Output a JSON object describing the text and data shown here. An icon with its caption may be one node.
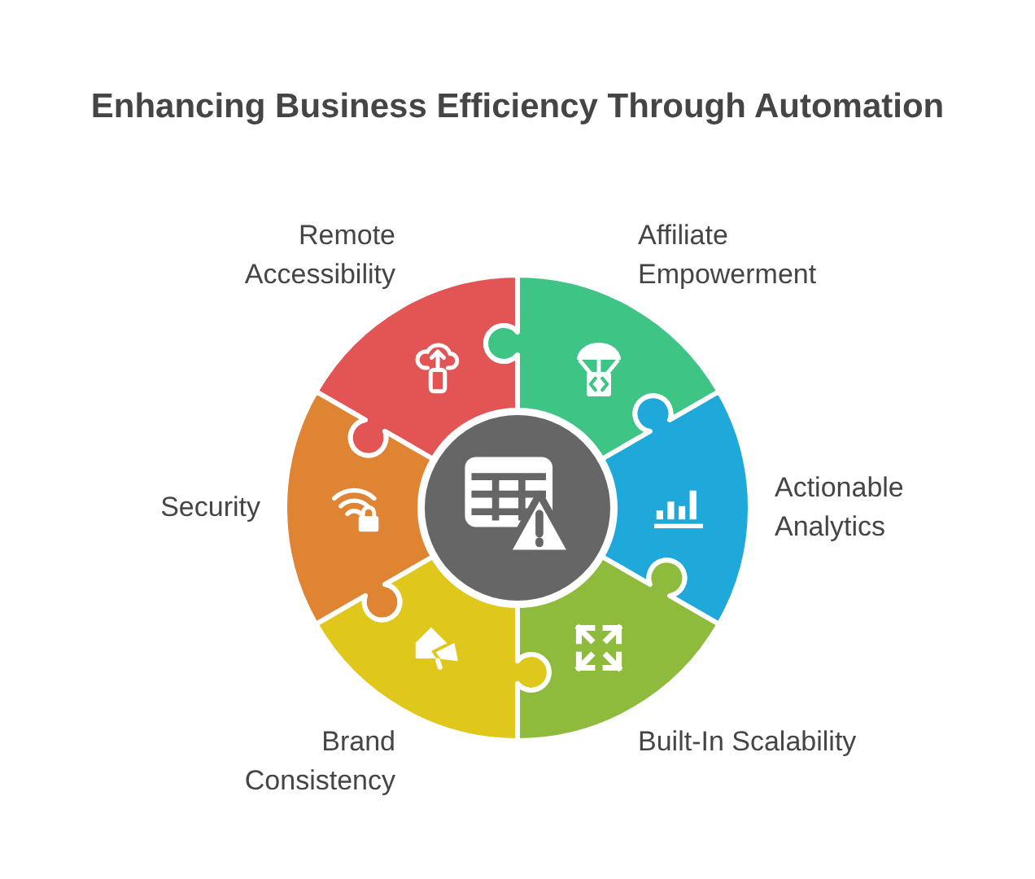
{
  "diagram": {
    "title": "Enhancing Business Efficiency Through Automation",
    "nodes": [
      {
        "text": [
          "Remote Accessibility"
        ]
      },
      {
        "text": [
          "Affiliate Empowerment"
        ]
      },
      {
        "text": [
          "Security"
        ]
      },
      {
        "text": [],
        "shape": "circle"
      },
      {
        "text": [
          "Actionable Analytics"
        ]
      },
      {
        "text": [
          "Brand Consistency"
        ]
      },
      {
        "text": [
          "Built-In Scalability"
        ]
      }
    ]
  }
}
